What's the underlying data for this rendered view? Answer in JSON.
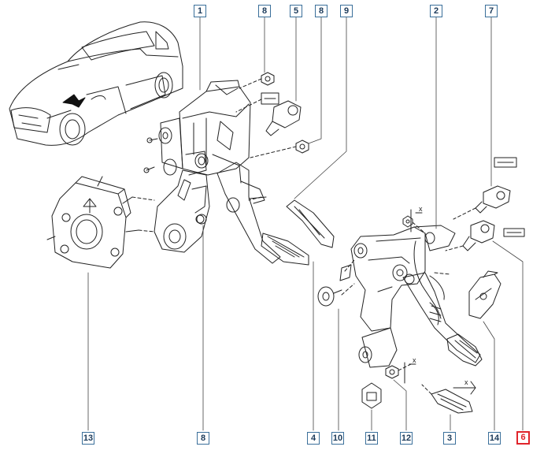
{
  "colors": {
    "callout_border": "#3a6f9a",
    "callout_text": "#1b3a5a",
    "highlight": "#e0242b",
    "line": "#222222"
  },
  "callouts": {
    "c1": "1",
    "c8a": "8",
    "c5": "5",
    "c8b": "8",
    "c9": "9",
    "c2": "2",
    "c7": "7",
    "c13": "13",
    "c8c": "8",
    "c4": "4",
    "c10": "10",
    "c11": "11",
    "c12": "12",
    "c3": "3",
    "c14": "14",
    "c6": "6"
  },
  "dimension_marks": [
    "x",
    "x",
    "x"
  ],
  "highlighted_callout": "6"
}
